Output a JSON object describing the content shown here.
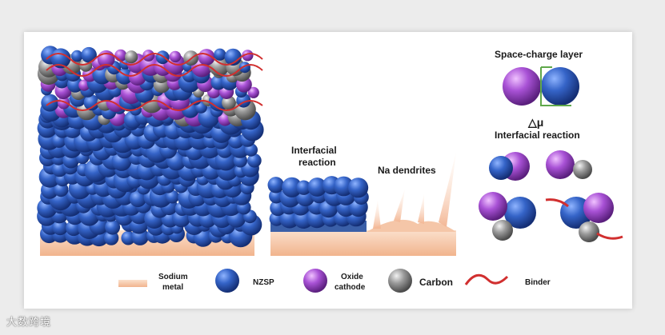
{
  "labels": {
    "interfacial_reaction_middle": [
      "Interfacial",
      "reaction"
    ],
    "na_dendrites": "Na dendrites",
    "space_charge_layer": "Space-charge layer",
    "delta_mu": "△μ",
    "interfacial_reaction_right": "Interfacial reaction"
  },
  "legend": [
    {
      "key": "sodium",
      "lines": [
        "Sodium",
        "metal"
      ]
    },
    {
      "key": "nzsp",
      "lines": [
        "NZSP"
      ]
    },
    {
      "key": "oxide",
      "lines": [
        "Oxide",
        "cathode"
      ]
    },
    {
      "key": "carbon",
      "lines": [
        "Carbon"
      ]
    },
    {
      "key": "binder",
      "lines": [
        "Binder"
      ]
    }
  ],
  "colors": {
    "nzsp": "#2f5fbf",
    "oxide_cathode": "#a64fd1",
    "carbon": "#8e8e8e",
    "sodium_metal": "#f5c8a6",
    "binder": "#d12f2f",
    "layer_box": "#5fa84a"
  },
  "watermark": "大数跨境"
}
